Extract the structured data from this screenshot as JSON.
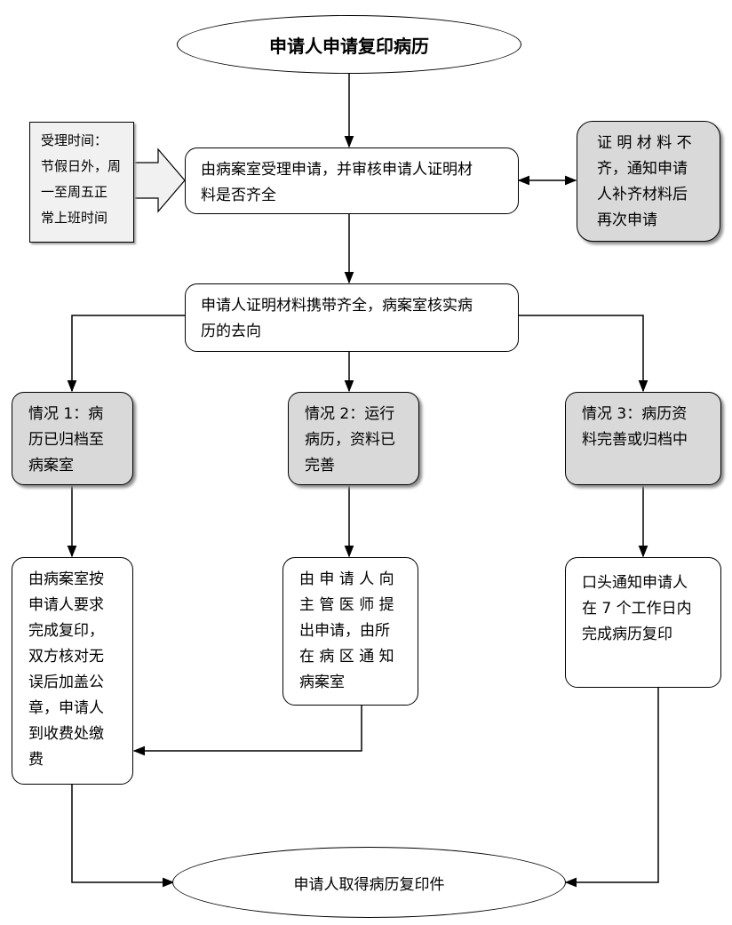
{
  "start": "申请人申请复印病历",
  "note": [
    "受理时间：",
    "节假日外，周",
    "一至周五正",
    "常上班时间"
  ],
  "step1": [
    "由病案室受理申请，并审核申请人证明材",
    "料是否齐全"
  ],
  "incomplete": [
    "证 明 材 料 不",
    "齐，通知申请",
    "人补齐材料后",
    "再次申请"
  ],
  "step2": [
    "申请人证明材料携带齐全，病案室核实病",
    "历的去向"
  ],
  "case1": [
    "情况 1：病",
    "历已归档至",
    "病案室"
  ],
  "case2": [
    "情况 2：运行",
    "病历，资料已",
    "完善"
  ],
  "case3": [
    "情况 3：病历资",
    "料完善或归档中"
  ],
  "action1": [
    "由病案室按",
    "申请人要求",
    "完成复印，",
    "双方核对无",
    "误后加盖公",
    "章，申请人",
    "到收费处缴",
    "费"
  ],
  "action2": [
    "由 申 请 人 向",
    "主 管 医 师 提",
    "出申请，由所",
    "在 病 区 通 知",
    "病案室"
  ],
  "action3": [
    "口头通知申请人",
    "在 7 个工作日内",
    "完成病历复印"
  ],
  "end": "申请人取得病历复印件"
}
